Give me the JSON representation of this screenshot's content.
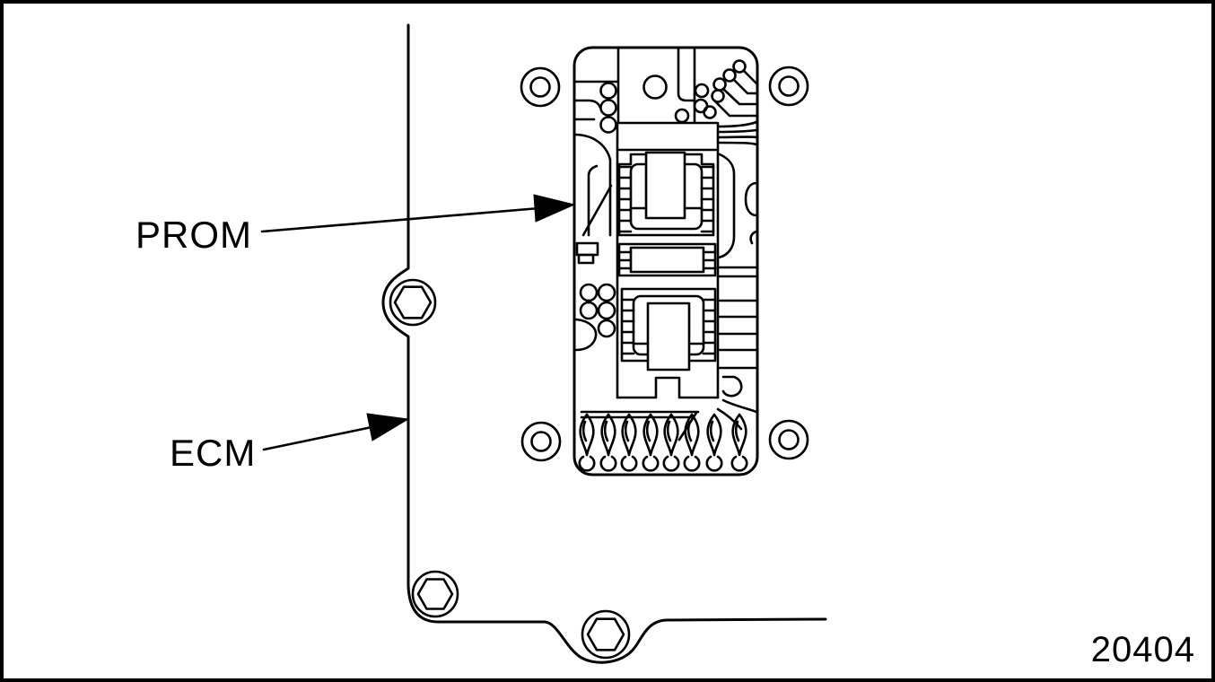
{
  "figure": {
    "labels": {
      "prom": "PROM",
      "ecm": "ECM"
    },
    "figure_number": "20404",
    "colors": {
      "line": "#000000",
      "background": "#ffffff",
      "border": "#000000"
    },
    "parts": {
      "ecm_outline": "engine-control-module-edge",
      "pcb": "prom-circuit-board",
      "hex_bolt_count": 3,
      "mounting_hole_count": 4,
      "connector_pin_count": 8
    }
  }
}
